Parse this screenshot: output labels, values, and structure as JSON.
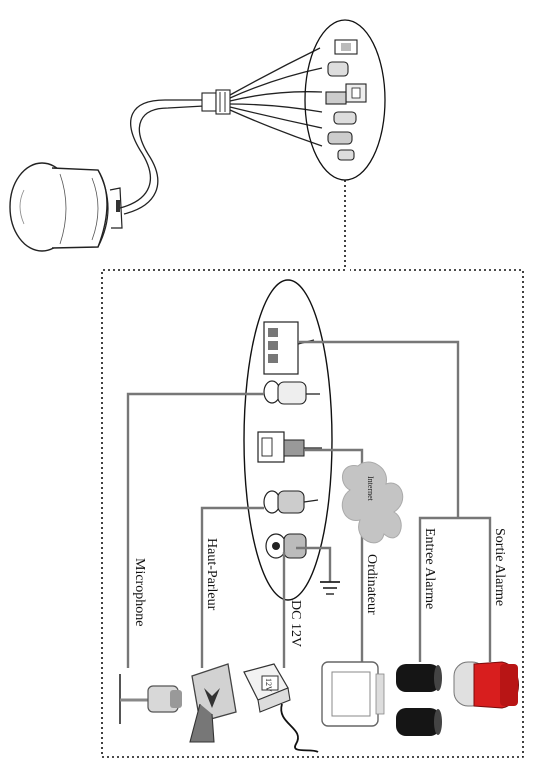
{
  "diagram": {
    "labels": {
      "microphone": "Microphone",
      "speaker": "Haut-Parleur",
      "power": "DC 12V",
      "computer": "Ordinateur",
      "alarm_in": "Entree Alarme",
      "alarm_out": "Sortie Alarme",
      "cloud": "Internet",
      "adapter_badge": "12V"
    },
    "colors": {
      "wire": "#777777",
      "siren_red": "#d81e1e",
      "sensor_black": "#151515"
    },
    "icons": [
      "dome-camera-icon",
      "cable-bundle-icon",
      "connector-alarm-terminal-icon",
      "connector-audio-in-icon",
      "connector-rj45-icon",
      "connector-audio-out-icon",
      "connector-dc-power-icon",
      "ground-symbol-icon",
      "cloud-internet-icon",
      "microphone-icon",
      "speaker-icon",
      "power-adapter-icon",
      "computer-monitor-icon",
      "alarm-sensor-icon",
      "siren-icon"
    ]
  }
}
